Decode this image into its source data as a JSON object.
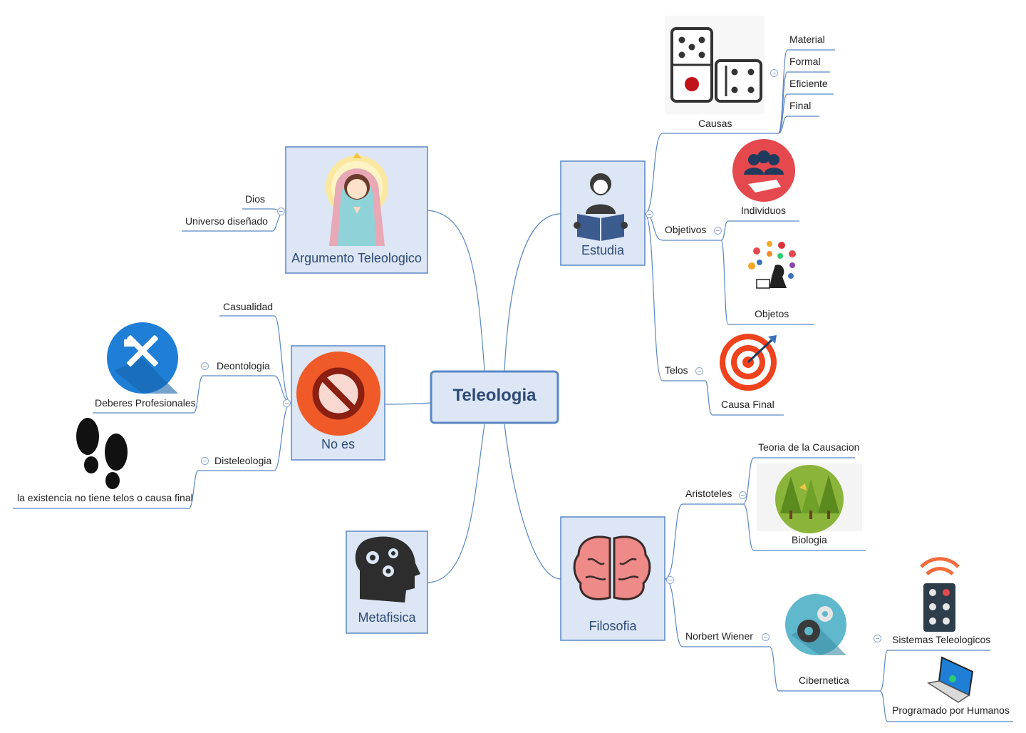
{
  "central": {
    "label": "Teleologia"
  },
  "topics": {
    "argumento": {
      "label": "Argumento Teleologico",
      "children": [
        "Dios",
        "Universo diseñado"
      ]
    },
    "noes": {
      "label": "No es"
    },
    "metafisica": {
      "label": "Metafisica"
    },
    "estudia": {
      "label": "Estudia"
    },
    "filosofia": {
      "label": "Filosofia"
    }
  },
  "noes_branch": {
    "casualidad": "Casualidad",
    "deontologia": "Deontologia",
    "deberes": "Deberes Profesionales",
    "disteleologia": "Disteleologia",
    "existencia": "la existencia no tiene telos o causa final"
  },
  "estudia_branch": {
    "causas": "Causas",
    "causas_items": [
      "Material",
      "Formal",
      "Eficiente",
      "Final"
    ],
    "objetivos": "Objetivos",
    "individuos": "Individuos",
    "objetos": "Objetos",
    "telos": "Telos",
    "causa_final": "Causa Final"
  },
  "filosofia_branch": {
    "aristoteles": "Aristoteles",
    "teoria": "Teoria de la Causacion",
    "biologia": "Biologia",
    "wiener": "Norbert Wiener",
    "cibernetica": "Cibernetica",
    "sistemas": "Sistemas Teleologicos",
    "programado": "Programado por Humanos"
  },
  "colors": {
    "topic_fill": "#dce6f4",
    "topic_border": "#5b87c5",
    "connector": "#5b87c5",
    "text_topic": "#2e4a78"
  },
  "icons": [
    "virgin-icon",
    "no-entry-icon",
    "head-gears-icon",
    "reader-icon",
    "brain-icon",
    "dice-icon",
    "group-hand-icon",
    "objects-icon",
    "target-icon",
    "tools-icon",
    "footprints-icon",
    "forest-icon",
    "cogs-icon",
    "remote-icon",
    "laptop-icon"
  ]
}
